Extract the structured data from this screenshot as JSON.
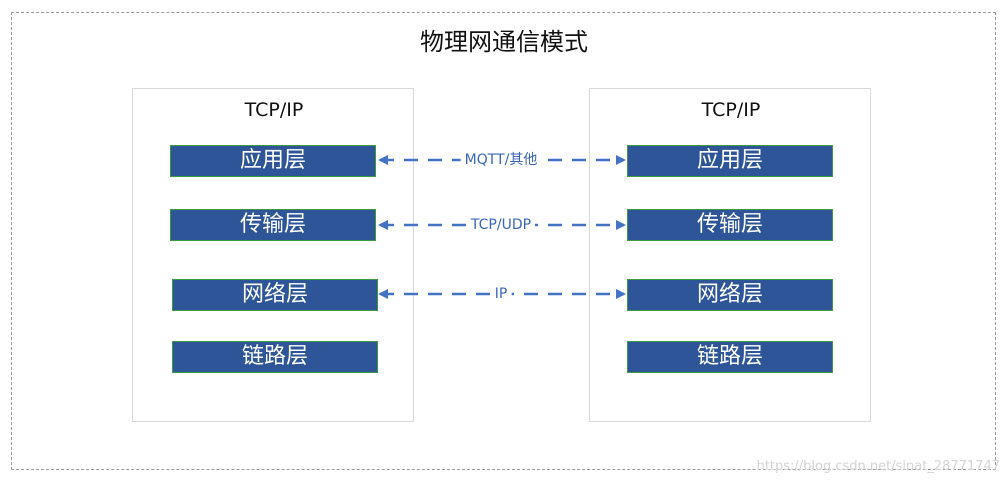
{
  "title": "物理网通信模式",
  "stacks": [
    {
      "title": "TCP/IP",
      "layers": [
        "应用层",
        "传输层",
        "网络层",
        "链路层"
      ]
    },
    {
      "title": "TCP/IP",
      "layers": [
        "应用层",
        "传输层",
        "网络层",
        "链路层"
      ]
    }
  ],
  "links": [
    {
      "label": "MQTT/其他"
    },
    {
      "label": "TCP/UDP"
    },
    {
      "label": "IP"
    }
  ],
  "watermark": "https://blog.csdn.net/sinat_28771747",
  "colors": {
    "layer_fill": "#2e5597",
    "layer_border": "#3f9a3f",
    "link": "#4472c4"
  }
}
